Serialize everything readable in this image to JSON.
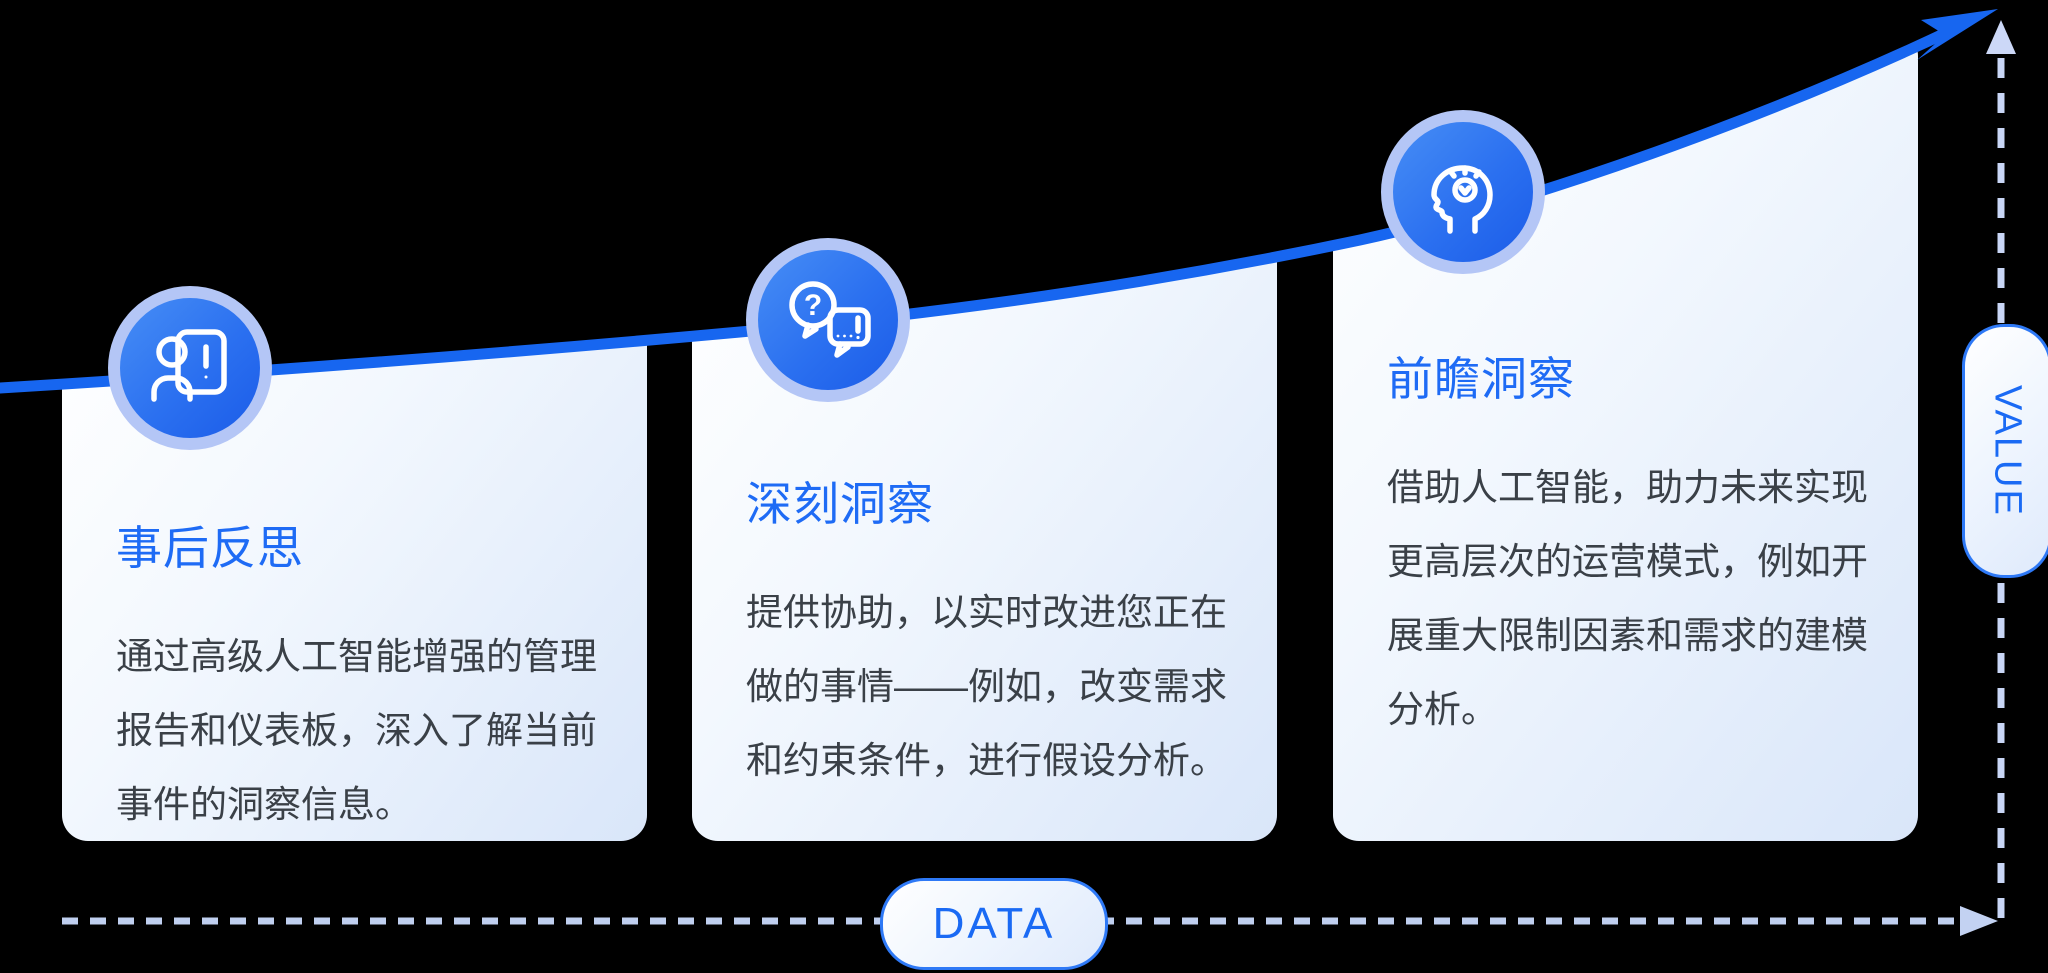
{
  "diagram_title": "data-to-value insight maturity curve",
  "cards": [
    {
      "icon": "person-report-icon",
      "title": "事后反思",
      "body": "通过高级人工智能增强的管理报告和仪表板，深入了解当前事件的洞察信息。"
    },
    {
      "icon": "question-exclamation-bubbles-icon",
      "title": "深刻洞察",
      "body": "提供协助，以实时改进您正在做的事情——例如，改变需求和约束条件，进行假设分析。"
    },
    {
      "icon": "head-lightbulb-icon",
      "title": "前瞻洞察",
      "body": "借助人工智能，助力未来实现更高层次的运营模式，例如开展重大限制因素和需求的建模分析。"
    }
  ],
  "axes": {
    "x_label": "DATA",
    "y_label": "VALUE"
  },
  "colors": {
    "background": "#000000",
    "curve_blue": "#1766f0",
    "title_blue": "#1e6bf5",
    "body_text": "#3a4047",
    "icon_ring": "#b4c6f6",
    "icon_fill_start": "#478ef5",
    "icon_fill_end": "#1b5ce8",
    "card_gradient_start": "#ffffff",
    "card_gradient_end": "#d9e6f9",
    "axis_dash": "#c9d6f6",
    "pill_border": "#2e79f6",
    "pill_text": "#1a6af4"
  }
}
